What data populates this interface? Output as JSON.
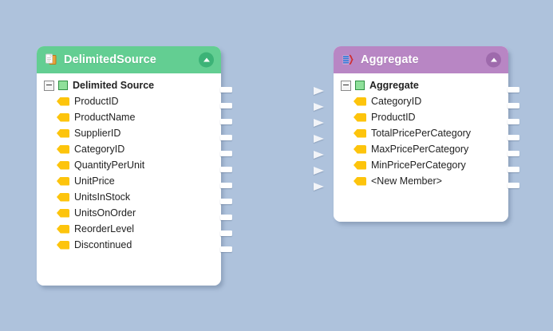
{
  "canvas": {
    "background_color": "#aec2dc"
  },
  "nodes": [
    {
      "id": "delimited-source",
      "title": "DelimitedSource",
      "header_color": "#63ce92",
      "icon": "documents-icon",
      "collapse_icon": "caret-up-icon",
      "root": {
        "label": "Delimited Source",
        "icon": "green-square-icon",
        "expander": "minus-box-icon"
      },
      "fields": [
        {
          "label": "ProductID"
        },
        {
          "label": "ProductName"
        },
        {
          "label": "SupplierID"
        },
        {
          "label": "CategoryID"
        },
        {
          "label": "QuantityPerUnit"
        },
        {
          "label": "UnitPrice"
        },
        {
          "label": "UnitsInStock"
        },
        {
          "label": "UnitsOnOrder"
        },
        {
          "label": "ReorderLevel"
        },
        {
          "label": "Discontinued"
        }
      ],
      "output_stub_count": 11,
      "input_arrow_count": 0
    },
    {
      "id": "aggregate",
      "title": "Aggregate",
      "header_color": "#b886c4",
      "icon": "aggregate-icon",
      "collapse_icon": "caret-up-icon",
      "root": {
        "label": "Aggregate",
        "icon": "green-square-icon",
        "expander": "minus-box-icon"
      },
      "fields": [
        {
          "label": "CategoryID"
        },
        {
          "label": "ProductID"
        },
        {
          "label": "TotalPricePerCategory"
        },
        {
          "label": "MaxPricePerCategory"
        },
        {
          "label": "MinPricePerCategory"
        },
        {
          "label": "<New Member>"
        }
      ],
      "output_stub_count": 7,
      "input_arrow_count": 7
    }
  ]
}
